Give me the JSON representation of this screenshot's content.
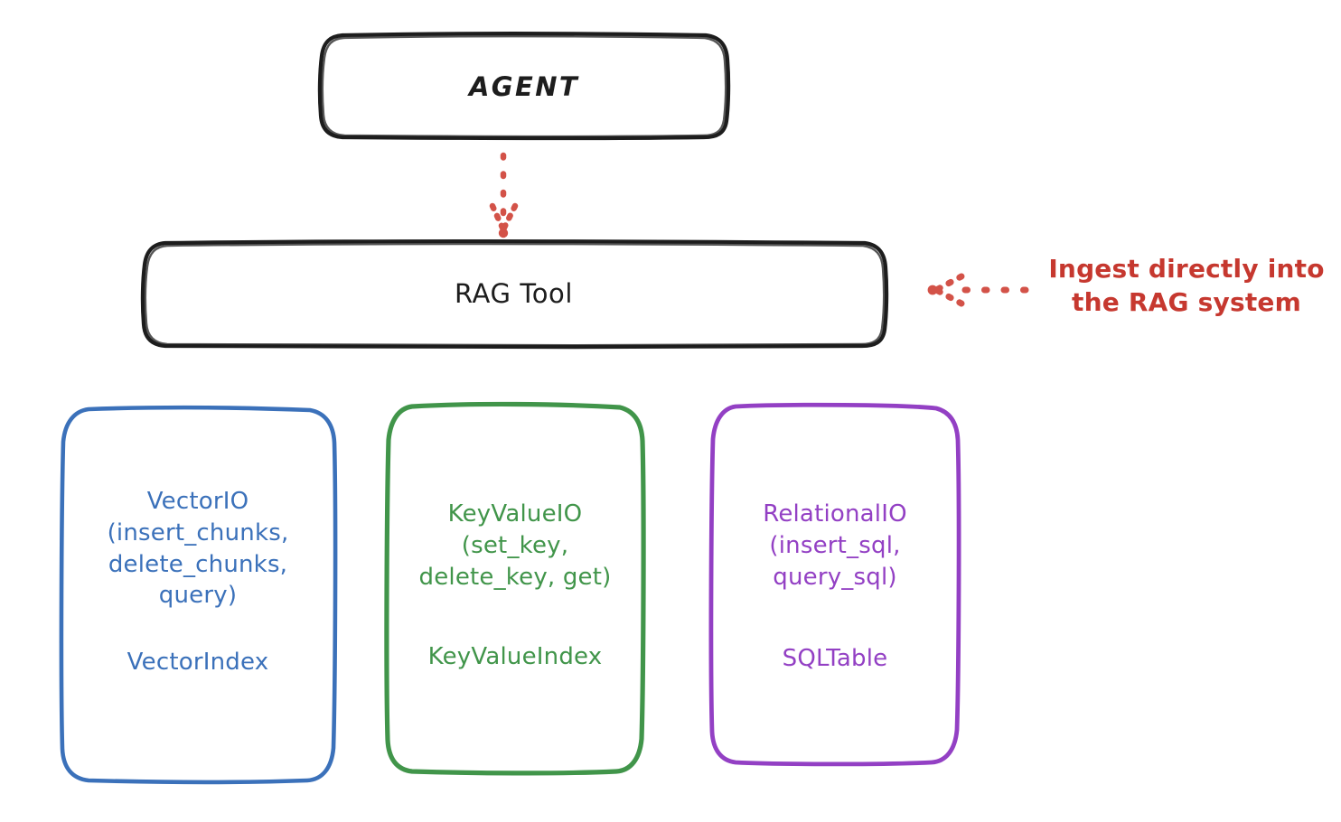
{
  "diagram": {
    "title": "RAG Tool storage architecture (hand-drawn style)",
    "background_color": "#ffffff",
    "nodes": {
      "agent": {
        "label": "AGENT",
        "stroke_color": "#1d1d1d",
        "shape": "rounded-rectangle"
      },
      "rag_tool": {
        "label": "RAG Tool",
        "stroke_color": "#1d1d1d",
        "shape": "rounded-rectangle"
      },
      "vector_io": {
        "api_label": "VectorIO\n(insert_chunks,\ndelete_chunks,\nquery)",
        "index_label": "VectorIndex",
        "stroke_color": "#3b71ba",
        "shape": "rounded-rectangle"
      },
      "key_value_io": {
        "api_label": "KeyValueIO\n(set_key,\ndelete_key, get)",
        "index_label": "KeyValueIndex",
        "stroke_color": "#41954a",
        "shape": "rounded-rectangle"
      },
      "relational_io": {
        "api_label": "RelationalIO\n(insert_sql,\nquery_sql)",
        "index_label": "SQLTable",
        "stroke_color": "#9340c4",
        "shape": "rounded-rectangle"
      }
    },
    "connectors": {
      "agent_to_rag": {
        "style": "dotted",
        "color": "#d35248",
        "direction": "down",
        "arrowhead": "down"
      },
      "ingest_arrow": {
        "style": "dotted",
        "color": "#d35248",
        "direction": "left",
        "arrowhead": "left"
      }
    },
    "annotations": {
      "ingest_note": {
        "text": "Ingest directly into\nthe RAG system",
        "color": "#c6382f"
      }
    }
  }
}
